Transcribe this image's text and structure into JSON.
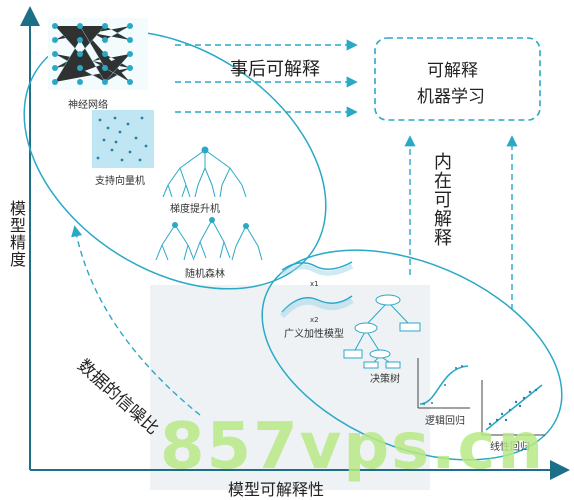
{
  "axes": {
    "y_label": "模型精度",
    "x_label": "模型可解释性"
  },
  "flow": {
    "post_hoc_label": "事后可解释",
    "intrinsic_label": "内在可解释",
    "snr_label": "数据的信噪比"
  },
  "target_box": {
    "line1": "可解释",
    "line2": "机器学习"
  },
  "models": {
    "neural_net": "神经网络",
    "svm": "支持向量机",
    "gbm": "梯度提升机",
    "random_forest": "随机森林",
    "gam_x1": "x1",
    "gam_x2": "x2",
    "gam": "广义加性模型",
    "decision_tree": "决策树",
    "logistic": "逻辑回归",
    "linear": "线性回归"
  },
  "watermark": "857vps.cn",
  "colors": {
    "teal": "#2aa9c7",
    "accent_light": "#cfeaf4",
    "watermark": "#b8e986"
  }
}
